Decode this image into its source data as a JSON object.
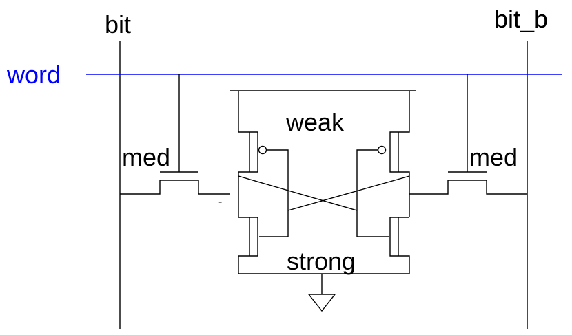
{
  "labels": {
    "bit": "bit",
    "bit_b": "bit_b",
    "word": "word",
    "med_left": "med",
    "med_right": "med",
    "weak": "weak",
    "strong": "strong",
    "node_mark": "-"
  },
  "colors": {
    "wire": "#000000",
    "word": "#0000ff",
    "background": "#ffffff"
  },
  "icons": {
    "ground": "ground-symbol-icon"
  }
}
